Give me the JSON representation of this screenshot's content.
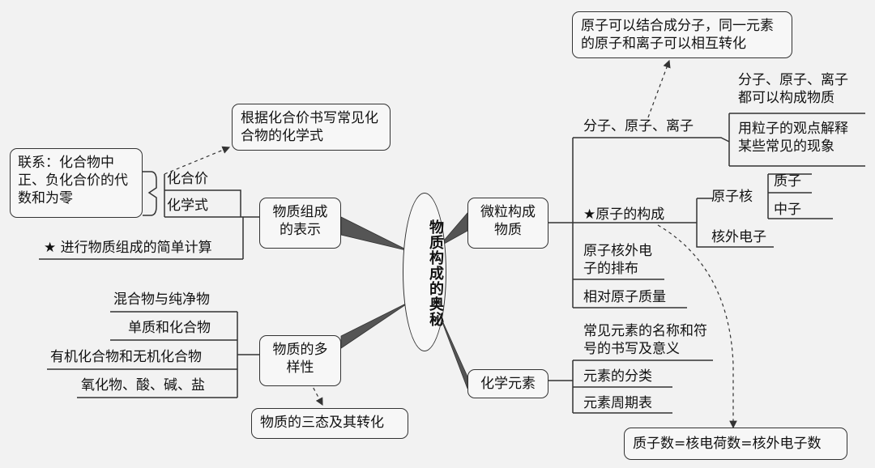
{
  "center": "物质构成的奥秘",
  "nodes": {
    "composition": "物质组成的表示",
    "diversity": "物质的多样性",
    "particles": "微粒构成物质",
    "elements": "化学元素"
  },
  "composition": {
    "valence": "化合价",
    "formula": "化学式",
    "connection": "联系：化合物中正、负化合价的代数和为零",
    "write_note": "根据化合价书写常见化合物的化学式",
    "calc": "★ 进行物质组成的简单计算"
  },
  "diversity": {
    "items": [
      "混合物与纯净物",
      "单质和化合物",
      "有机化合物和无机化合物",
      "氧化物、酸、碱、盐"
    ],
    "states": "物质的三态及其转化"
  },
  "particles": {
    "mol_atom_ion": "分子、原子、离子",
    "convert_note": "原子可以结合成分子，同一元素的原子和离子可以相互转化",
    "all_can_form": "分子、原子、离子都可以构成物质",
    "explain": "用粒子的观点解释某些常见的现象",
    "atom_structure": "★原子的构成",
    "nucleus": "原子核",
    "proton": "质子",
    "neutron": "中子",
    "electron": "核外电子",
    "arrangement": "原子核外电子的排布",
    "relative_mass": "相对原子质量",
    "equation": "质子数=核电荷数=核外电子数"
  },
  "elements": {
    "items": [
      "常见元素的名称和符号的书写及意义",
      "元素的分类",
      "元素周期表"
    ]
  }
}
